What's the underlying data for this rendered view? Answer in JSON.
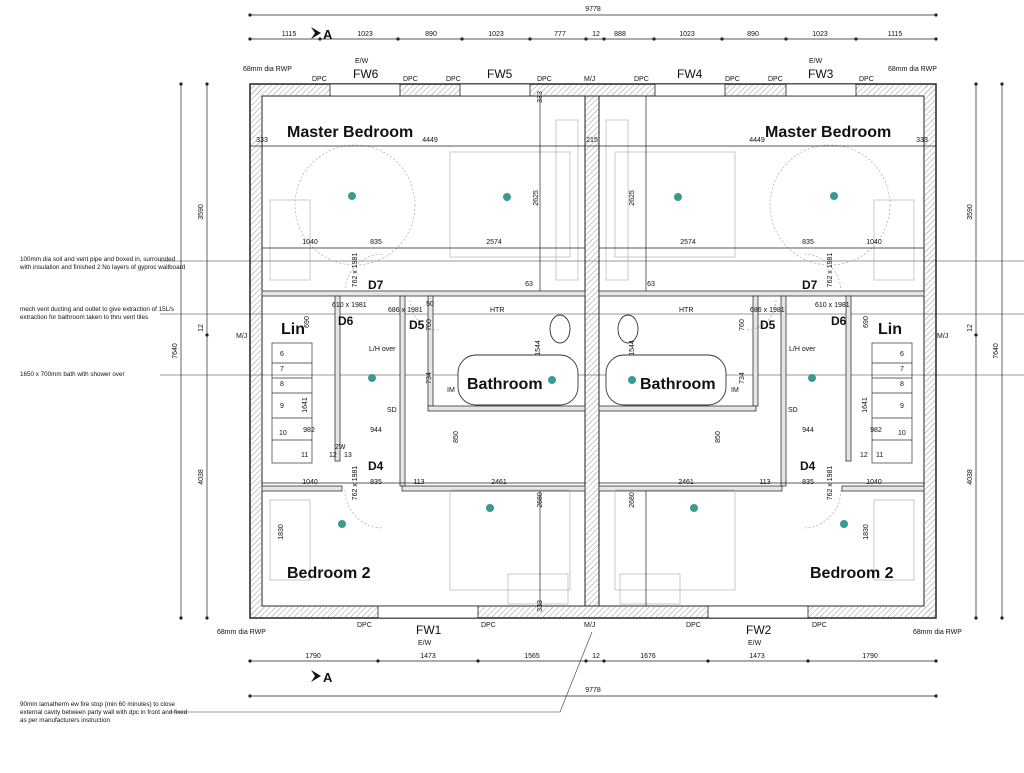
{
  "dimensions": {
    "overall_width": "9778",
    "overall_height": "7640",
    "top_segments": [
      "1115",
      "1023",
      "890",
      "1023",
      "777",
      "12",
      "888",
      "1023",
      "890",
      "1023",
      "1115"
    ],
    "bottom_segments": [
      "1790",
      "1473",
      "1565",
      "12",
      "1676",
      "1473",
      "1790"
    ],
    "side_upper": "3590",
    "side_lower": "4038",
    "side_mid": "12",
    "bed_width": "4449",
    "party_gap": "215",
    "wall_333": "333",
    "corridor": [
      "1040",
      "835",
      "2574"
    ],
    "bed2_row": [
      "1040",
      "835",
      "113",
      "2461"
    ],
    "vertical_inner": [
      "2625",
      "2680",
      "1544",
      "1830",
      "1641",
      "850",
      "734",
      "760",
      "690"
    ],
    "small": [
      "63",
      "50",
      "944",
      "982"
    ]
  },
  "rooms": {
    "master_bedroom": "Master Bedroom",
    "bathroom": "Bathroom",
    "bedroom2": "Bedroom 2",
    "linen": "Lin"
  },
  "windows": {
    "fw1": "FW1",
    "fw2": "FW2",
    "fw3": "FW3",
    "fw4": "FW4",
    "fw5": "FW5",
    "fw6": "FW6"
  },
  "doors": {
    "d4": "D4",
    "d5": "D5",
    "d6": "D6",
    "d7": "D7",
    "size_762": "762 x 1981",
    "size_610": "610 x 1981",
    "size_686": "686 x 1981"
  },
  "labels": {
    "dpc": "DPC",
    "ew": "E/W",
    "mj": "M/J",
    "rwp": "68mm dia RWP",
    "htr": "HTR",
    "lh_over": "L/H over",
    "sd": "SD",
    "im": "IM",
    "section": "A",
    "stair_steps": [
      "6",
      "7",
      "8",
      "9",
      "10",
      "11",
      "12",
      "13"
    ],
    "stair_2w": "2W"
  },
  "notes": {
    "soil_pipe": "100mm dia soil and vent pipe and boxed in, surrounded with insulation and finished 2 No layers of gyproc wallboard",
    "vent": "mech vent ducting and outlet to give extraction of 15L/s extraction for bathroom taken to thru vent tiles",
    "bath": "1650 x 700mm bath with shower over",
    "fire_stop": "90mm lamatherm ew fire stop (min 60 minutes) to close external cavity between party wall with dpc in front and fixed as per manufacturers instruction"
  }
}
